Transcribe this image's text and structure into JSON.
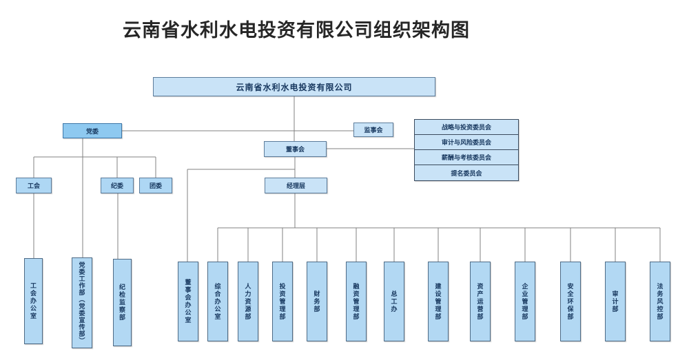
{
  "title": "云南省水利水电投资有限公司组织架构图",
  "nodes": {
    "company": "云南省水利水电投资有限公司",
    "party_committee": "党委",
    "supervisory_board": "监事会",
    "board_of_directors": "董事会",
    "management": "经理层",
    "labor_union": "工会",
    "discipline_committee": "纪委",
    "youth_league": "团委"
  },
  "board_committees": [
    "战略与投资委员会",
    "审计与风险委员会",
    "薪酬与考核委员会",
    "提名委员会"
  ],
  "party_departments": [
    "工会办公室",
    "党委工作部（党委宣传部）",
    "纪检监察部"
  ],
  "departments": [
    "董事会办公室",
    "综合办公室",
    "人力资源部",
    "投资管理部",
    "财务部",
    "融资管理部",
    "总工办",
    "建设管理部",
    "资产运营部",
    "企业管理部",
    "安全环保部",
    "审计部",
    "法务风控部"
  ],
  "colors": {
    "box_fill_light": "#c9e3f7",
    "box_fill_medium": "#b2d8f3",
    "party_fill": "#8ec9f0",
    "box_border": "#5b7b9a",
    "text": "#17375e",
    "line": "#808080"
  }
}
